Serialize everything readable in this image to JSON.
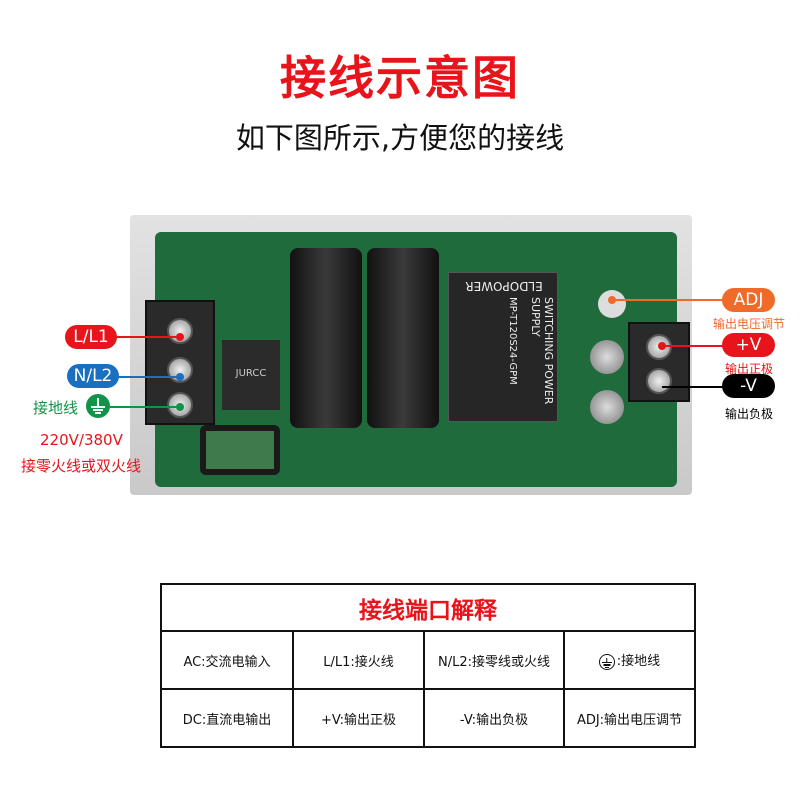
{
  "header": {
    "title": "接线示意图",
    "subtitle": "如下图所示,方便您的接线"
  },
  "diagram": {
    "product_label": {
      "brand": "ELDOPOWER",
      "type": "SWITCHING POWER SUPPLY",
      "model": "MP-T120S24-GPM",
      "component": "JURCC"
    },
    "input_labels": {
      "line": "L/L1",
      "neutral": "N/L2",
      "ground": "接地线",
      "voltage": "220V/380V",
      "note": "接零火线或双火线"
    },
    "output_labels": {
      "adj": "ADJ",
      "adj_note": "输出电压调节",
      "pos": "+V",
      "pos_note": "输出正极",
      "neg": "-V",
      "neg_note": "输出负极"
    },
    "colors": {
      "title": "#e8141b",
      "line": "#e8141b",
      "neutral": "#1a6fc0",
      "ground": "#119448",
      "adj": "#f06a2a",
      "neg": "#000000"
    }
  },
  "table": {
    "title": "接线端口解释",
    "rows": [
      [
        "AC:交流电输入",
        "L/L1:接火线",
        "N/L2:接零线或火线",
        ":接地线"
      ],
      [
        "DC:直流电输出",
        "+V:输出正极",
        "-V:输出负极",
        "ADJ:输出电压调节"
      ]
    ]
  }
}
